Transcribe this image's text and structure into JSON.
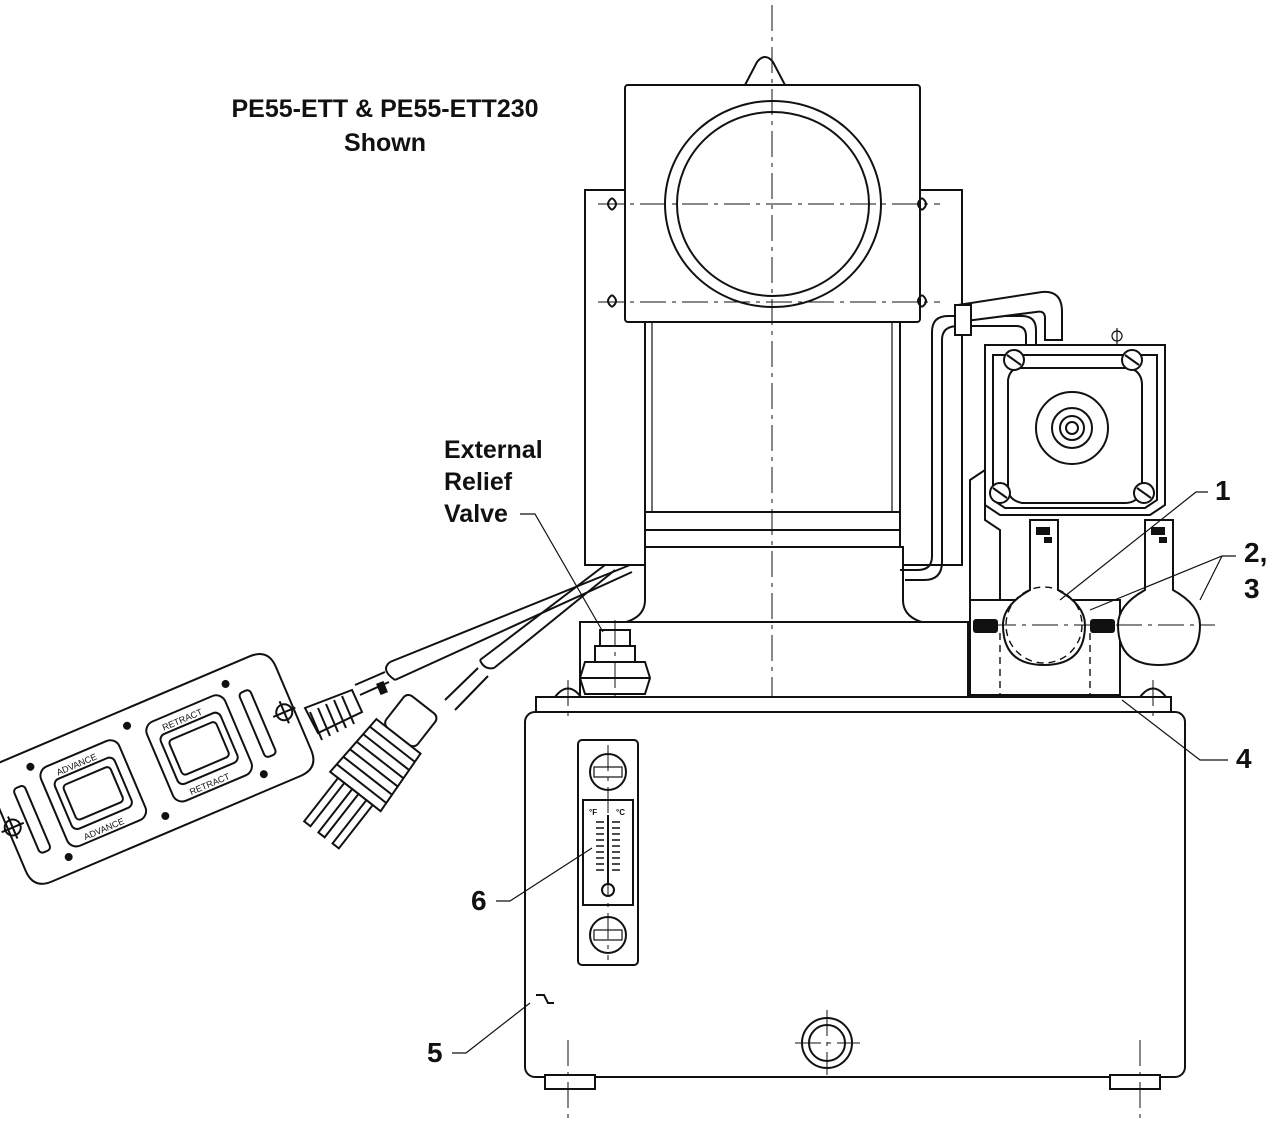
{
  "title": {
    "line1": "PE55-ETT & PE55-ETT230",
    "line2": "Shown"
  },
  "callouts": {
    "relief_line1": "External",
    "relief_line2": "Relief",
    "relief_line3": "Valve",
    "item_1": "1",
    "item_2a": "2,",
    "item_2b": "3",
    "item_4": "4",
    "item_5": "5",
    "item_6": "6"
  },
  "pendant": {
    "advance_1": "ADVANCE",
    "advance_2": "ADVANCE",
    "retract_1": "RETRACT",
    "retract_2": "RETRACT"
  },
  "gauge": {
    "unit_f": "°F",
    "unit_c": "°C"
  }
}
